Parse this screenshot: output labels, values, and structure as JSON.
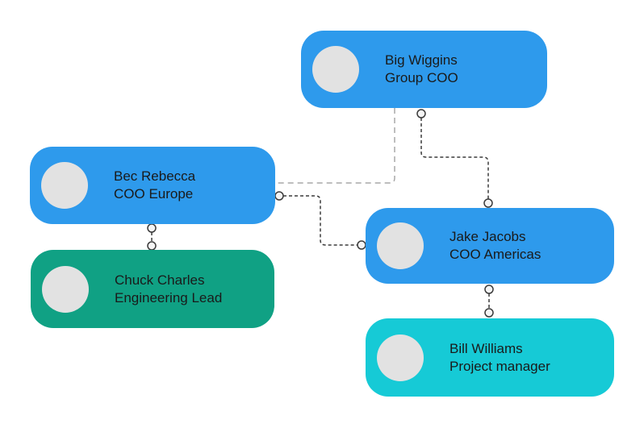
{
  "diagram": {
    "kind": "org-chart",
    "colors": {
      "node_blue": "#2E9AEC",
      "node_green": "#10A184",
      "node_cyan": "#16CAD6",
      "avatar_gray": "#E2E2E2",
      "text_dark": "#1A1A1A",
      "edge_dark": "#3B3B3B",
      "edge_light": "#A8A8A8",
      "port_fill": "#F5F5F5",
      "background": "#FFFFFF"
    },
    "nodes": [
      {
        "id": "big-wiggins",
        "name": "Big Wiggins",
        "role": "Group COO",
        "color": "#2E9AEC"
      },
      {
        "id": "bec-rebecca",
        "name": "Bec Rebecca",
        "role": "COO Europe",
        "color": "#2E9AEC"
      },
      {
        "id": "chuck-charles",
        "name": "Chuck Charles",
        "role": "Engineering Lead",
        "color": "#10A184"
      },
      {
        "id": "jake-jacobs",
        "name": "Jake Jacobs",
        "role": "COO Americas",
        "color": "#2E9AEC"
      },
      {
        "id": "bill-williams",
        "name": "Bill Williams",
        "role": "Project manager",
        "color": "#16CAD6"
      }
    ],
    "edges": [
      {
        "from": "big-wiggins",
        "to": "bec-rebecca",
        "style": "dashed-light",
        "endpoints": "none"
      },
      {
        "from": "big-wiggins",
        "to": "jake-jacobs",
        "style": "dashed-dark",
        "endpoints": "circle-ports"
      },
      {
        "from": "bec-rebecca",
        "to": "jake-jacobs",
        "style": "dashed-dark",
        "endpoints": "circle-ports"
      },
      {
        "from": "bec-rebecca",
        "to": "chuck-charles",
        "style": "dashed-dark",
        "endpoints": "circle-ports"
      },
      {
        "from": "jake-jacobs",
        "to": "bill-williams",
        "style": "dashed-dark",
        "endpoints": "circle-ports"
      }
    ]
  }
}
